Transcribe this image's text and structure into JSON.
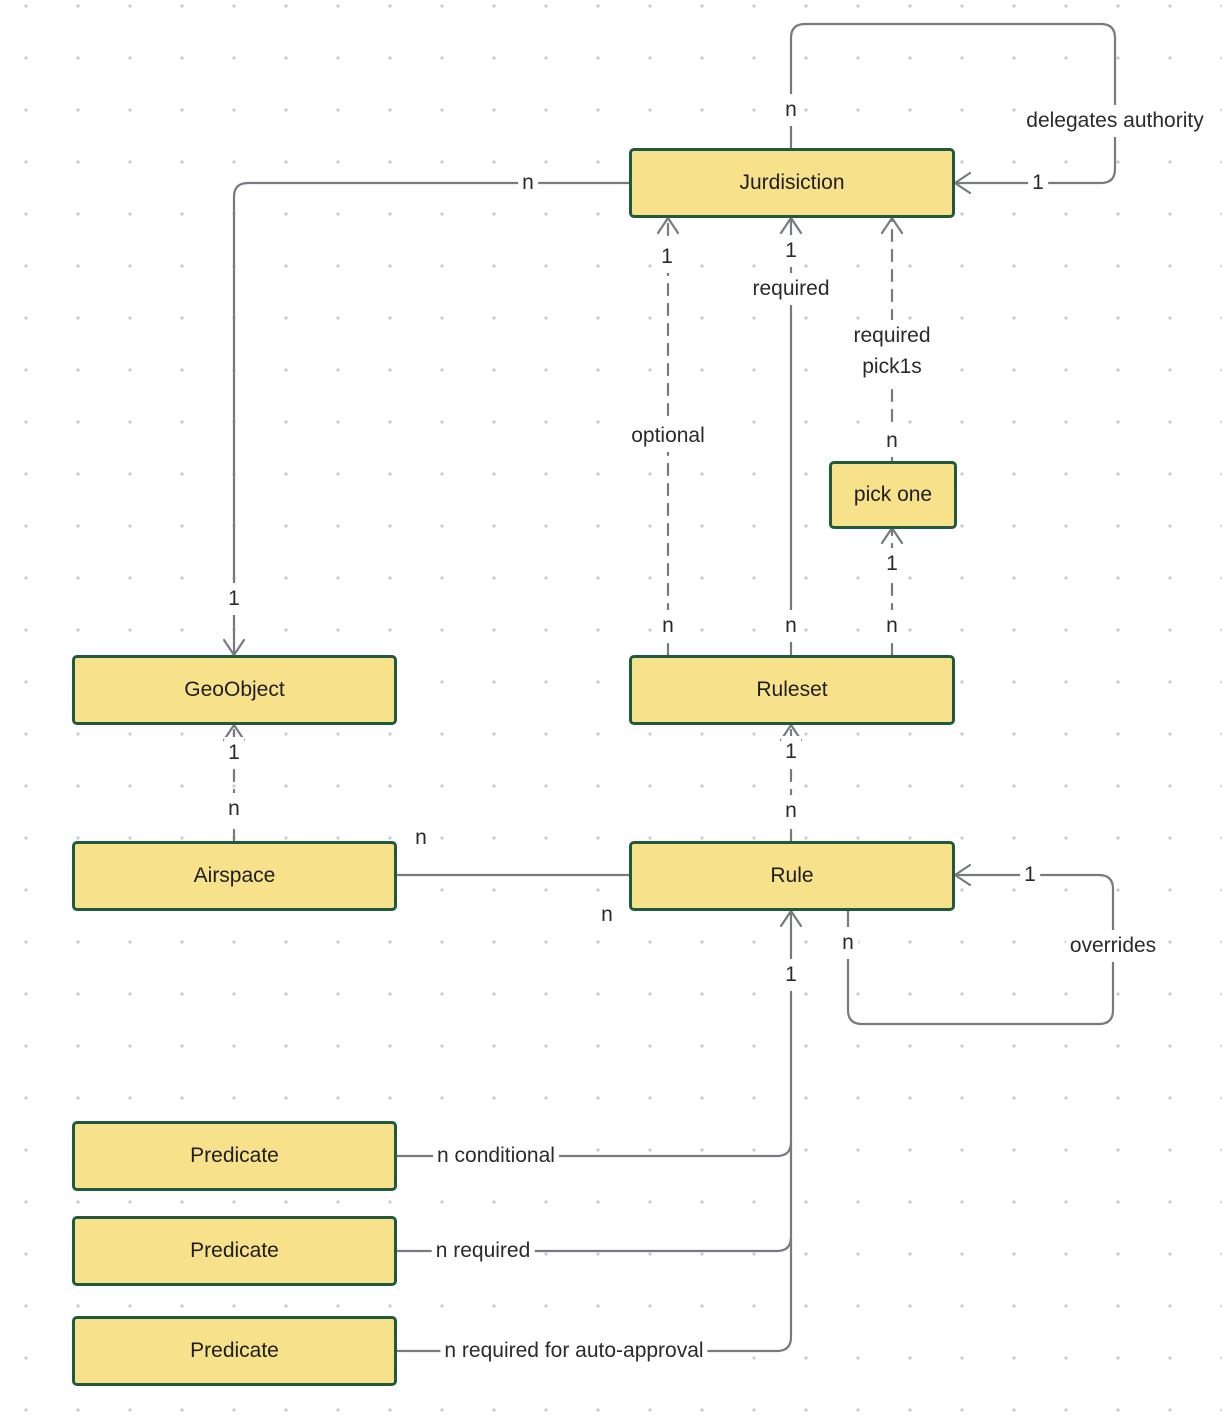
{
  "nodes": {
    "jurisdiction": "Jurdisiction",
    "geoobject": "GeoObject",
    "ruleset": "Ruleset",
    "pick_one": "pick one",
    "airspace": "Airspace",
    "rule": "Rule",
    "predicate_1": "Predicate",
    "predicate_2": "Predicate",
    "predicate_3": "Predicate"
  },
  "edges": {
    "jurisdiction_self": {
      "label": "delegates authority",
      "from_mult": "n",
      "to_mult": "1"
    },
    "jurisdiction_geoobject": {
      "from_mult": "n",
      "to_mult": "1"
    },
    "ruleset_jurisdiction_optional": {
      "label": "optional",
      "from_mult": "n",
      "to_mult": "1"
    },
    "ruleset_jurisdiction_required": {
      "label": "required",
      "from_mult": "n",
      "to_mult": "1"
    },
    "pickone_jurisdiction": {
      "label": "required\npick1s",
      "from_mult": "n"
    },
    "ruleset_pickone": {
      "from_mult": "n",
      "to_mult": "1"
    },
    "airspace_geoobject": {
      "from_mult": "n",
      "to_mult": "1"
    },
    "rule_ruleset": {
      "from_mult": "n",
      "to_mult": "1"
    },
    "airspace_rule": {
      "airspace_mult": "n",
      "rule_mult": "n"
    },
    "rule_self": {
      "label": "overrides",
      "from_mult": "n",
      "to_mult": "1"
    },
    "predicates_rule": {
      "to_mult": "1"
    },
    "predicate_1_rule": {
      "label": "n conditional"
    },
    "predicate_2_rule": {
      "label": "n required"
    },
    "predicate_3_rule": {
      "label": "n required for auto-approval"
    }
  },
  "colors": {
    "node_fill": "#f7e28b",
    "node_border": "#1f5a3d",
    "edge": "#777a80"
  }
}
